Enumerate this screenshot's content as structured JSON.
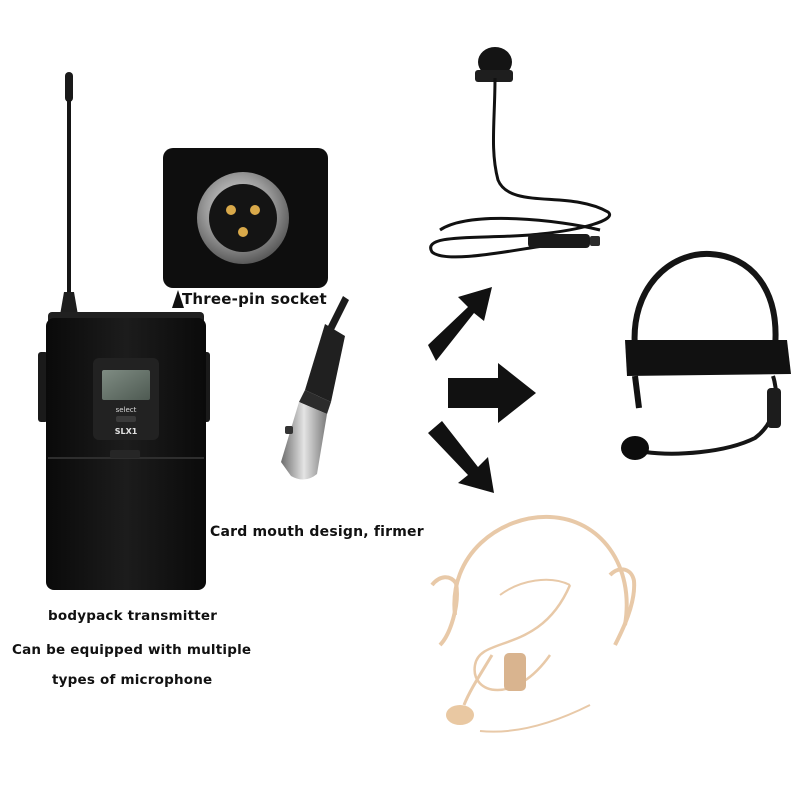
{
  "labels": {
    "socket": "Three-pin socket",
    "card_mouth": "Card mouth design, firmer",
    "bodypack": "bodypack transmitter",
    "equip_line1": "Can be equipped with multiple",
    "equip_line2": "types of microphone"
  },
  "device": {
    "button_label": "select",
    "model": "SLX1"
  },
  "colors": {
    "background": "#ffffff",
    "device_body": "#121212",
    "arrow": "#111111",
    "skin_mic": "#e8c9a8"
  },
  "icons": [
    "antenna",
    "display-screen",
    "xlr-socket",
    "arrow-up-right",
    "arrow-right",
    "arrow-down-right",
    "lavalier-mic",
    "black-headset-mic",
    "skin-headset-mic"
  ]
}
